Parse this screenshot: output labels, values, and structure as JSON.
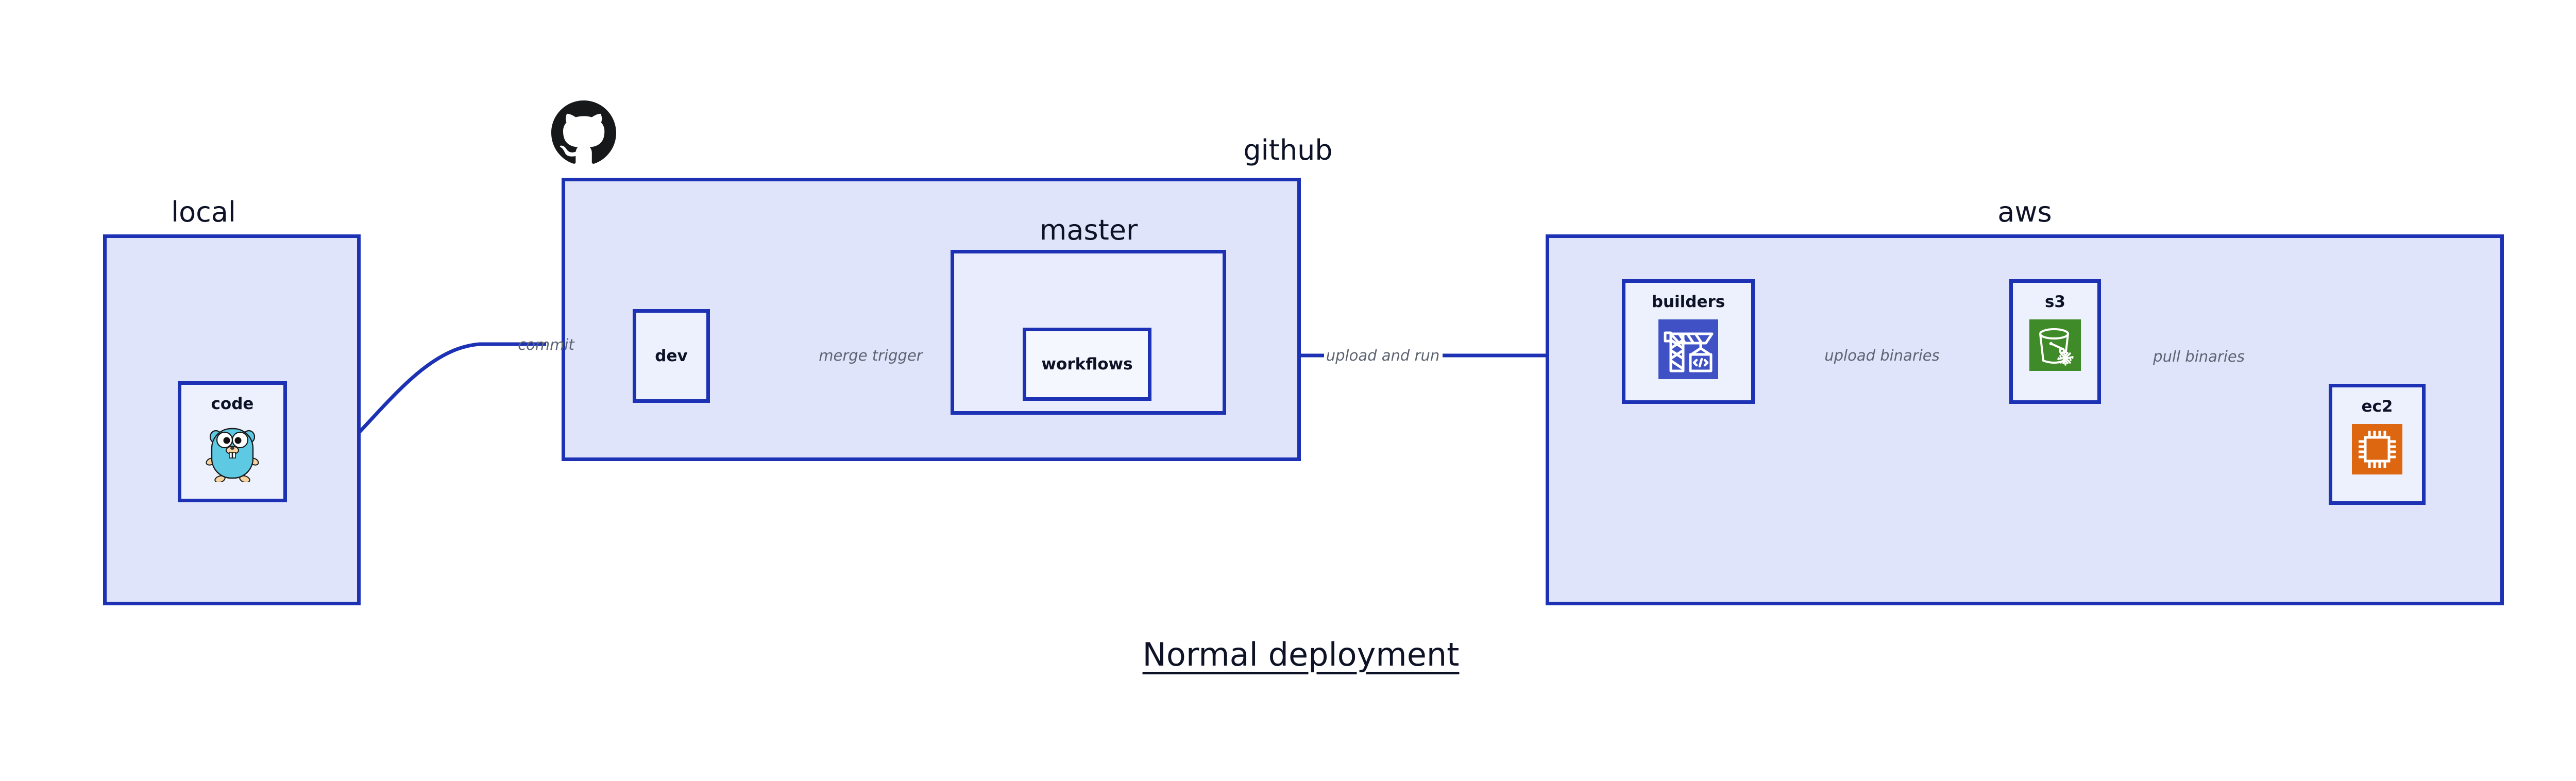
{
  "diagram": {
    "title": "Normal deployment",
    "background_color": "#ffffff",
    "border_color": "#1c31b4",
    "group_fill": "#dfe4fa",
    "nested_group_fill": "#e8ecfc",
    "node_fill": "#edf1fd",
    "label_color": "#0d1226",
    "edge_label_color": "#5c6472"
  },
  "groups": [
    {
      "id": "local",
      "label": "local"
    },
    {
      "id": "github",
      "label": "github"
    },
    {
      "id": "master",
      "label": "master"
    },
    {
      "id": "aws",
      "label": "aws"
    }
  ],
  "nodes": [
    {
      "id": "code",
      "label": "code",
      "icon": "go-gopher-icon"
    },
    {
      "id": "dev",
      "label": "dev",
      "icon": null
    },
    {
      "id": "workflows",
      "label": "workflows",
      "icon": null
    },
    {
      "id": "builders",
      "label": "builders",
      "icon": "aws-codebuild-crane-icon",
      "icon_color": "#3f51c4"
    },
    {
      "id": "s3",
      "label": "s3",
      "icon": "aws-s3-glacier-bucket-icon",
      "icon_color": "#3f8b29"
    },
    {
      "id": "ec2",
      "label": "ec2",
      "icon": "aws-ec2-chip-icon",
      "icon_color": "#dd6611"
    }
  ],
  "logos": [
    {
      "id": "github-logo",
      "name": "github-octocat-icon",
      "color": "#17181a"
    }
  ],
  "edges": [
    {
      "id": "commit",
      "label": "commit",
      "from": "code",
      "to": "dev",
      "style": "curved"
    },
    {
      "id": "merge-trigger",
      "label": "merge trigger",
      "from": "dev",
      "to": "workflows",
      "style": "straight"
    },
    {
      "id": "upload-and-run",
      "label": "upload and run",
      "from": "workflows",
      "to": "builders",
      "style": "straight"
    },
    {
      "id": "upload-binaries",
      "label": "upload binaries",
      "from": "builders",
      "to": "s3",
      "style": "straight"
    },
    {
      "id": "pull-binaries",
      "label": "pull binaries",
      "from": "s3",
      "to": "ec2",
      "style": "curved"
    }
  ]
}
